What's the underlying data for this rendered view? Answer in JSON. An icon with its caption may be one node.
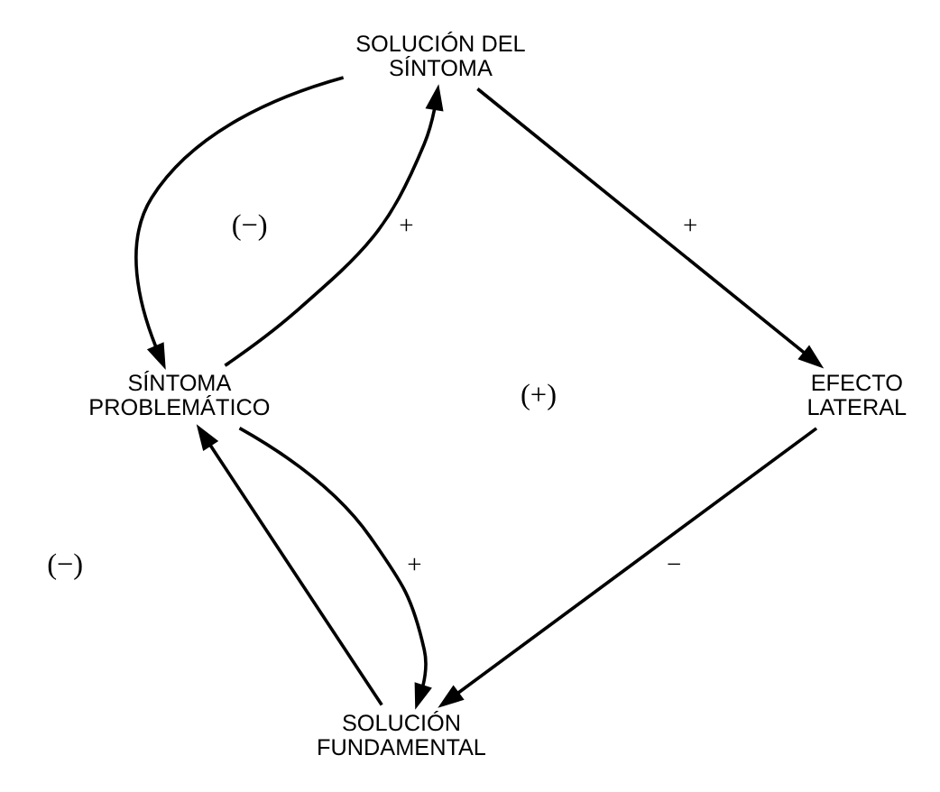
{
  "diagram": {
    "nodes": [
      {
        "text": [
          "SOLUCIÓN DEL SÍNTOMA"
        ]
      },
      {
        "text": [
          "SÍNTOMA PROBLEMÁTICO"
        ]
      },
      {
        "text": [
          "EFECTO LATERAL"
        ]
      },
      {
        "text": [
          "SOLUCIÓN FUNDAMENTAL"
        ]
      }
    ],
    "edges": [
      {
        "from": 0,
        "to": 1,
        "arrow": "to"
      },
      {
        "from": 1,
        "to": 0,
        "arrow": "to",
        "label": "+"
      },
      {
        "from": 0,
        "to": 2,
        "arrow": "to",
        "label": "+"
      },
      {
        "from": 2,
        "to": 3,
        "arrow": "to",
        "label": "−"
      },
      {
        "from": 3,
        "to": 1,
        "arrow": "to"
      },
      {
        "from": 1,
        "to": 3,
        "arrow": "to",
        "label": "+"
      }
    ],
    "labels": [
      "(−)",
      "(+)",
      "(−)"
    ]
  }
}
